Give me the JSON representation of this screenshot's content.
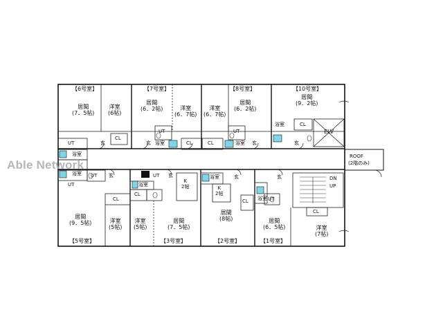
{
  "watermark": "Able Network",
  "units": {
    "u6": "【6号室】",
    "u7": "【7号室】",
    "u8": "【8号室】",
    "u10": "【10号室】",
    "u5": "【5号室】",
    "u3": "【3号室】",
    "u2": "【2号室】",
    "u1": "【1号室】"
  },
  "rooms": {
    "living": "居間",
    "western": "洋室",
    "bath": "浴室",
    "entry": "玄",
    "ut": "UT",
    "cl": "CL",
    "elv": "ELV",
    "k": "K",
    "roof": "ROOF",
    "roof_note": "(2階のみ)",
    "dn": "DN",
    "up": "UP"
  },
  "sizes": {
    "s75": "(7．5帖)",
    "s6": "(6帖)",
    "s62": "(6．2帖)",
    "s67": "(6．7帖)",
    "s92": "(9．2帖)",
    "s95": "(9．5帖)",
    "s5": "(5帖)",
    "s8": "(8帖)",
    "s65": "(6．5帖)",
    "s7": "(7帖)",
    "k2": "2帖"
  }
}
